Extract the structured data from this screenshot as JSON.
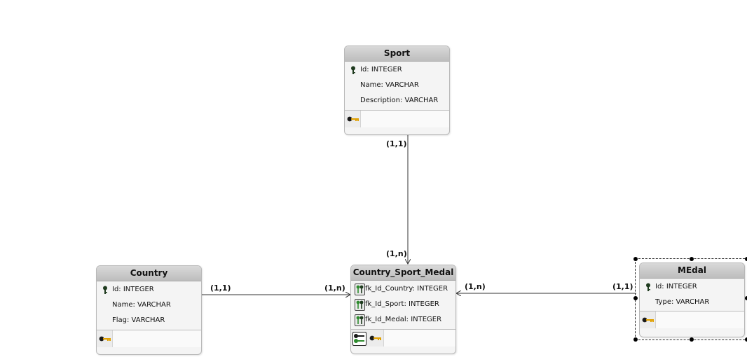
{
  "entities": {
    "sport": {
      "title": "Sport",
      "attributes": [
        {
          "label": "Id: INTEGER",
          "icon": "primary-key-icon"
        },
        {
          "label": "Name: VARCHAR",
          "icon": ""
        },
        {
          "label": "Description: VARCHAR",
          "icon": ""
        }
      ]
    },
    "country": {
      "title": "Country",
      "attributes": [
        {
          "label": "Id: INTEGER",
          "icon": "primary-key-icon"
        },
        {
          "label": "Name: VARCHAR",
          "icon": ""
        },
        {
          "label": "Flag: VARCHAR",
          "icon": ""
        }
      ]
    },
    "csm": {
      "title": "Country_Sport_Medal",
      "attributes": [
        {
          "label": "fk_Id_Country: INTEGER",
          "icon": "foreign-key-icon"
        },
        {
          "label": "fk_Id_Sport: INTEGER",
          "icon": "foreign-key-icon"
        },
        {
          "label": "fk_Id_Medal: INTEGER",
          "icon": "foreign-key-icon"
        }
      ]
    },
    "medal": {
      "title": "MEdal",
      "attributes": [
        {
          "label": "Id: INTEGER",
          "icon": "primary-key-icon"
        },
        {
          "label": "Type: VARCHAR",
          "icon": ""
        }
      ]
    }
  },
  "cardinalities": {
    "sport_end": "(1,1)",
    "csm_sport_end": "(1,n)",
    "country_end": "(1,1)",
    "csm_country_end": "(1,n)",
    "csm_medal_end": "(1,n)",
    "medal_end": "(1,1)"
  },
  "colors": {
    "header": "#c8c8c8",
    "pk_key": "#1f3b1f",
    "fk_key": "#2e8b2e",
    "index_key": "#e0a000",
    "line": "#333333"
  }
}
